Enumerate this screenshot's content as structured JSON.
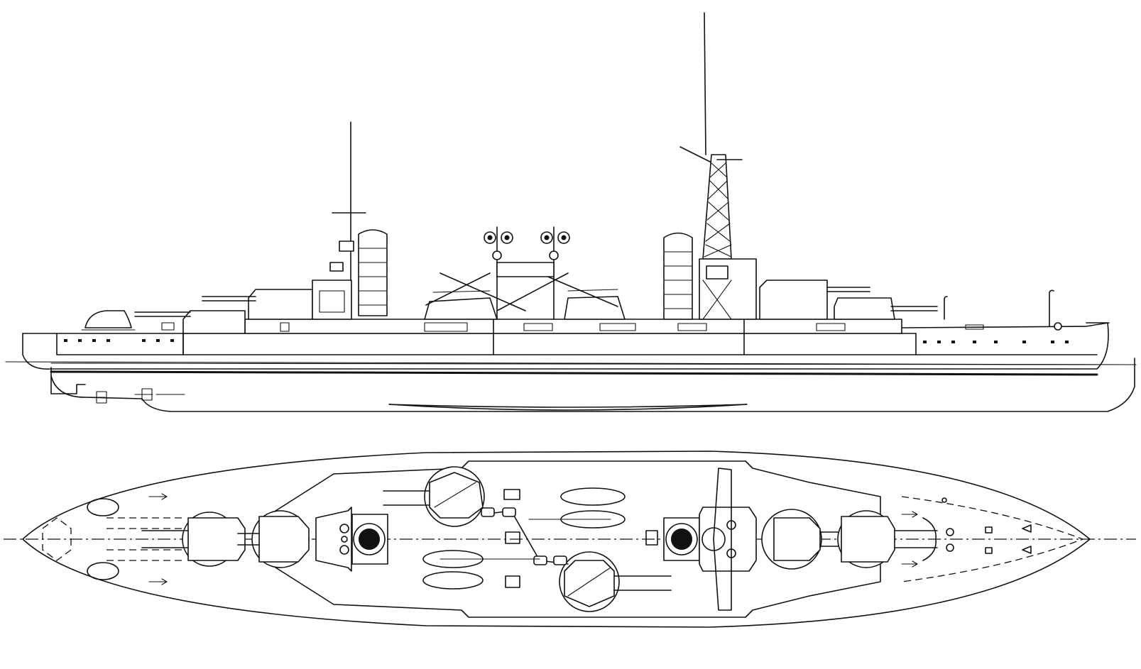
{
  "drawing": {
    "views": [
      {
        "id": "profile",
        "icon": "ship-side-elevation"
      },
      {
        "id": "plan",
        "icon": "ship-deck-plan"
      }
    ],
    "line_color": "#111111",
    "background_color": "#ffffff"
  }
}
